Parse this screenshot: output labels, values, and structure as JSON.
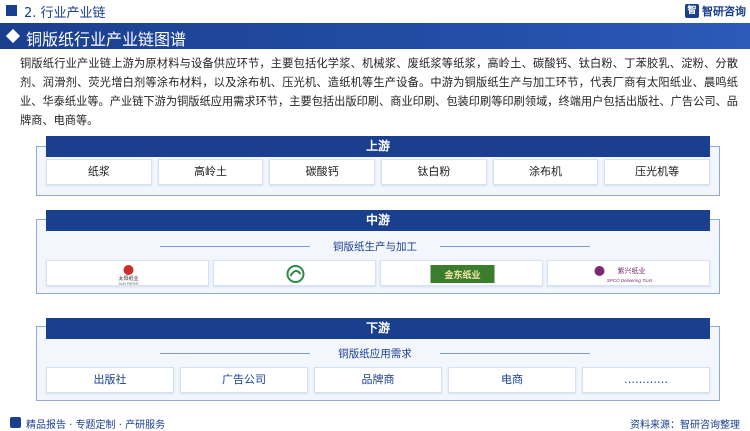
{
  "section": {
    "title": "2. 行业产业链"
  },
  "brand": {
    "logo_mark": "智",
    "logo_text": "智研咨询"
  },
  "header": {
    "title": "铜版纸行业产业链图谱"
  },
  "intro": "铜版纸行业产业链上游为原材料与设备供应环节，主要包括化学浆、机械浆、废纸浆等纸浆，高岭土、碳酸钙、钛白粉、丁苯胶乳、淀粉、分散剂、润滑剂、荧光增白剂等涂布材料，以及涂布机、压光机、造纸机等生产设备。中游为铜版纸生产与加工环节，代表厂商有太阳纸业、晨鸣纸业、华泰纸业等。产业链下游为铜版纸应用需求环节，主要包括出版印刷、商业印刷、包装印刷等印刷领域，终端用户包括出版社、广告公司、品牌商、电商等。",
  "upstream": {
    "label": "上游",
    "items": [
      "纸浆",
      "高岭土",
      "碳酸钙",
      "钛白粉",
      "涂布机",
      "压光机等"
    ]
  },
  "midstream": {
    "label": "中游",
    "sublabel": "铜版纸生产与加工",
    "companies": [
      {
        "name": "太阳纸业",
        "logo_text": "太阳纸业",
        "logo_sub": "SUN PAPER",
        "color": "#c9302c"
      },
      {
        "name": "晨鸣纸业",
        "logo_text": "",
        "logo_sub": "",
        "color": "#2f8a4a"
      },
      {
        "name": "金东纸业",
        "logo_text": "金东纸业",
        "logo_sub": "",
        "color": "#3a7d2e"
      },
      {
        "name": "紫兴纸业",
        "logo_text": "紫兴纸业",
        "logo_sub": "SPCO Delivering Trust",
        "color": "#7a2a6e"
      }
    ]
  },
  "downstream": {
    "label": "下游",
    "sublabel": "铜版纸应用需求",
    "items": [
      "出版社",
      "广告公司",
      "品牌商",
      "电商",
      "…………"
    ]
  },
  "footer": {
    "left": "精品报告 · 专题定制 · 产研服务",
    "right": "资料来源：智研咨询整理"
  },
  "colors": {
    "primary": "#1b3f8f",
    "panel_bg": "#f3f7fd",
    "border": "#8eaadf"
  }
}
